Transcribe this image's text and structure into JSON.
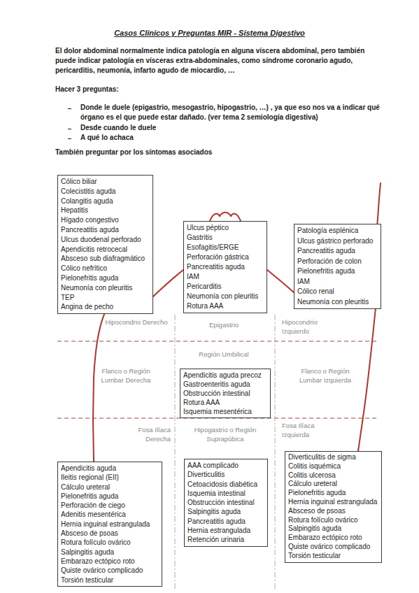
{
  "diagram": {
    "title": "Casos Clínicos y Preguntas MIR - Sistema Digestivo",
    "nodes": [
      {
        "text": [
          "Cólico biliar",
          "Colecistitis aguda",
          "Colangitis aguda",
          "Hepatitis",
          "Hígado congestivo",
          "Pancreatitis aguda",
          "Ulcus duodenal perforado",
          "Apendicitis retrocecal",
          "Absceso sub diafragmático",
          "Cólico nefrítico",
          "Pielonefritis aguda",
          "Neumonía con pleuritis",
          "TEP",
          "Angina de pecho"
        ]
      },
      {
        "text": [
          "Ulcus péptico",
          "Gastritis",
          "Esofagitis/ERGE",
          "Perforación gástrica",
          "Pancreatitis aguda",
          "IAM",
          "Pericarditis",
          "Neumonía con pleuritis",
          "Rotura AAA"
        ]
      },
      {
        "text": [
          "Patología esplénica",
          "Ulcus gástrico perforado",
          "Pancreatitis aguda",
          "Perforación de colon",
          "Pielonefritis aguda",
          "IAM",
          "Cólico renal",
          "Neumonía con pleuritis"
        ]
      },
      {
        "text": [
          "Apendicitis aguda precoz",
          "Gastroenteritis aguda",
          "Obstrucción intestinal",
          "Rotura AAA",
          "Isquemia mesentérica"
        ]
      },
      {
        "text": [
          "Apendicitis aguda",
          "Ileitis regional (EII)",
          "Cálculo ureteral",
          "Pielonefritis aguda",
          "Perforación de ciego",
          "Adenitis mesentérica",
          "Hernia inguinal estrangulada",
          "Absceso de psoas",
          "Rotura folículo ovárico",
          "Salpingitis aguda",
          "Embarazo ectópico roto",
          "Quiste ovárico complicado",
          "Torsión testicular"
        ]
      },
      {
        "text": [
          "AAA complicado",
          "Diverticulitis",
          "Cetoacidosis diabética",
          "Isquemia intestinal",
          "Obstrucción intestinal",
          "Salpingitis aguda",
          "Pancreatitis aguda",
          "Hernia estrangulada",
          "Retención urinaria"
        ]
      },
      {
        "text": [
          "Diverticulitis de sigma",
          "Colitis isquémica",
          "Colitis ulcerosa",
          "Cálculo ureteral",
          "Pielonefritis aguda",
          "Hernia inguinal estrangulada",
          "Absceso de psoas",
          "Rotura folículo ovárico",
          "Salpingitis aguda",
          "Embarazo ectópico roto",
          "Quiste ovárico complicado",
          "Torsión testicular"
        ]
      }
    ],
    "labels": [
      "El dolor abdominal normalmente indica patología en alguna víscera abdominal, pero también puede indicar patología en vísceras extra-abdominales, como síndrome coronario agudo, pericarditis, neumonía, infarto agudo de miocardio, …",
      "Hacer 3 preguntas:",
      "Donde le duele (epigastrio, mesogastrio, hipogastrio, …) , ya que eso nos va a indicar qué órgano es el que puede estar dañado. (ver tema 2 semiología digestiva)",
      "Desde cuando le duele",
      "A qué lo achaca",
      "También preguntar por los síntomas asociados",
      "Hipocondrio Derecho",
      "Epigastrio",
      "Hipocondrio Izquierdo",
      "Región Umbilical",
      "Flanco o Región Lumbar Derecha",
      "Flanco o Región Lumbar Izquierda",
      "Fosa Ilíaca Derecha",
      "Hipogastrio o Región Suprapúbica",
      "Fosa Ilíaca Izquierda"
    ]
  }
}
